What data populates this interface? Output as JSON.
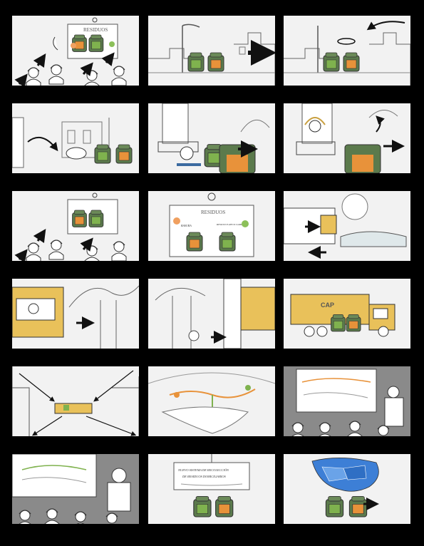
{
  "storyboard": {
    "panels": [
      {
        "id": 1,
        "scene": "classroom-board"
      },
      {
        "id": 2,
        "scene": "street-bins"
      },
      {
        "id": 3,
        "scene": "street-bins-arrows"
      },
      {
        "id": 4,
        "scene": "house-bag"
      },
      {
        "id": 5,
        "scene": "balcony-throw"
      },
      {
        "id": 6,
        "scene": "window-throw"
      },
      {
        "id": 7,
        "scene": "classroom-board"
      },
      {
        "id": 8,
        "scene": "board-closeup"
      },
      {
        "id": 9,
        "scene": "truck-landfill"
      },
      {
        "id": 10,
        "scene": "truck-cab"
      },
      {
        "id": 11,
        "scene": "truck-passing"
      },
      {
        "id": 12,
        "scene": "cap-truck"
      },
      {
        "id": 13,
        "scene": "street-perspective"
      },
      {
        "id": 14,
        "scene": "map-system"
      },
      {
        "id": 15,
        "scene": "presentation-map"
      },
      {
        "id": 16,
        "scene": "presentation-map-audience"
      },
      {
        "id": 17,
        "scene": "sign-bins"
      },
      {
        "id": 18,
        "scene": "district-map-bins"
      }
    ],
    "board_title": "RESIDUOS",
    "board_left_label": "BASURA",
    "board_right_label": "RESIDUOS RECICLABLES",
    "truck_brand": "CAP",
    "sign_line1": "NUEVO SISTEMA DE RECOLECCIÓN",
    "sign_line2": "DE RESIDUOS DOMICILIARIOS",
    "colors": {
      "background": "#000000",
      "panel": "#f2f2f2",
      "bin_green": "#6f9a4e",
      "bin_orange": "#e8923a",
      "bin_body": "#5b7a4c",
      "truck_yellow": "#e9c15a",
      "map_blue": "#3d7fd6",
      "dim_gray": "#8a8a8a"
    }
  }
}
